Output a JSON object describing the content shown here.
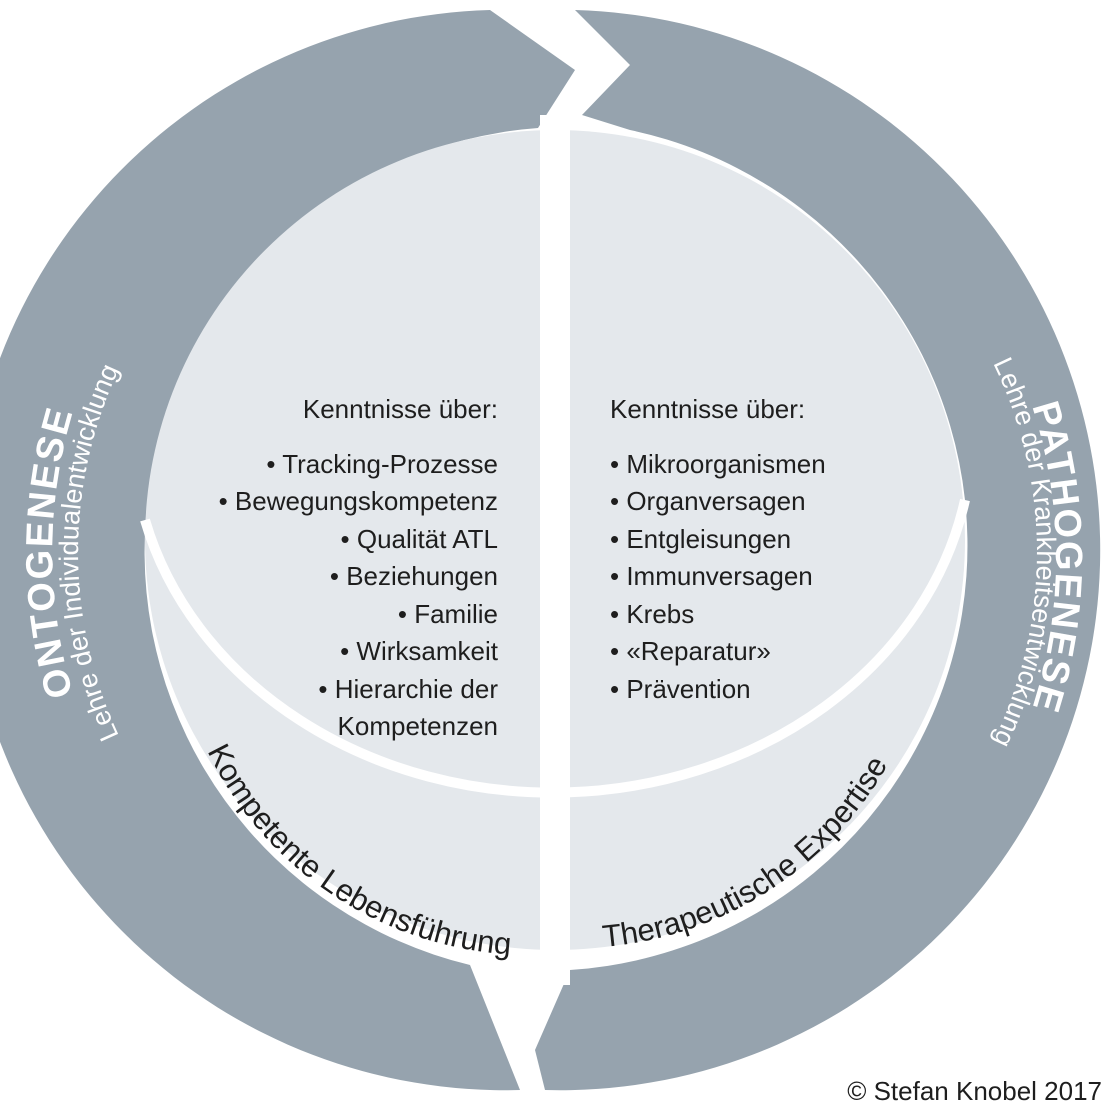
{
  "colors": {
    "ring": "#96a3ae",
    "inner_fill": "#e4e8ec",
    "gap": "#ffffff",
    "text_dark": "#1e1e1e",
    "text_light": "#ffffff"
  },
  "left": {
    "title": "ONTOGENESE",
    "subtitle": "Lehre der Individualentwicklung",
    "band_label": "Kompetente Lebensführung",
    "heading": "Kenntnisse über:",
    "items": [
      "• Tracking-Prozesse",
      "• Bewegungskompetenz",
      "• Qualität ATL",
      "• Beziehungen",
      "• Familie",
      "• Wirksamkeit",
      "• Hierarchie der",
      "Kompetenzen"
    ]
  },
  "right": {
    "title": "PATHOGENESE",
    "subtitle": "Lehre der Krankheitsentwicklung",
    "band_label": "Therapeutische Expertise",
    "heading": "Kenntnisse über:",
    "items": [
      "• Mikroorganismen",
      "• Organversagen",
      "• Entgleisungen",
      "• Immunversagen",
      "• Krebs",
      "• «Reparatur»",
      "• Prävention"
    ]
  },
  "copyright": "© Stefan Knobel 2017"
}
